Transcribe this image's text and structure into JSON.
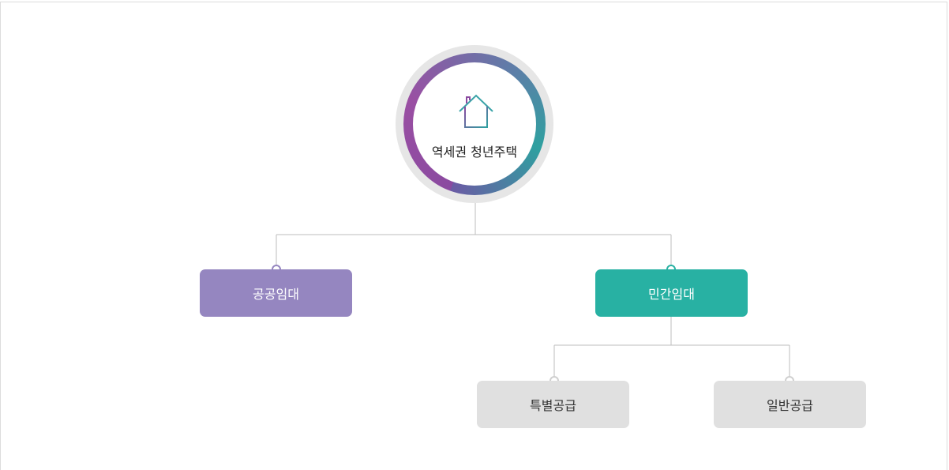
{
  "root": {
    "label": "역세권 청년주택",
    "icon": "house-icon"
  },
  "branches": [
    {
      "label": "공공임대",
      "color": "#9586c0"
    },
    {
      "label": "민간임대",
      "color": "#28b1a3"
    }
  ],
  "sub_branches": [
    {
      "label": "특별공급"
    },
    {
      "label": "일반공급"
    }
  ]
}
